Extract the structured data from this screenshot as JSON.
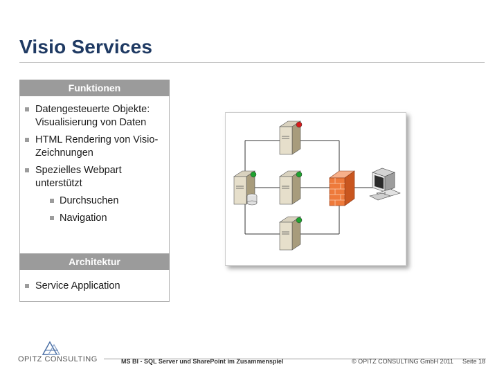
{
  "slide": {
    "title": "Visio Services"
  },
  "box_funktionen": {
    "header": "Funktionen",
    "items": [
      "Datengesteuerte Objekte: Visualisierung von Daten",
      "HTML Rendering von Visio-Zeichnungen",
      "Spezielles Webpart unterstützt"
    ],
    "subitems": [
      "Durchsuchen",
      "Navigation"
    ]
  },
  "box_architektur": {
    "header": "Architektur",
    "items": [
      "Service Application"
    ]
  },
  "diagram": {
    "icons": [
      "server-icon",
      "database-server-icon",
      "firewall-icon",
      "workstation-icon"
    ],
    "status_colors": {
      "alert": "#d81b1b",
      "ok": "#1fa32f"
    }
  },
  "footer": {
    "logo": "OPITZ CONSULTING",
    "caption": "MS BI - SQL Server und SharePoint im Zusammenspiel",
    "copyright": "© OPITZ CONSULTING GmbH 2011",
    "page": "Seite 18"
  },
  "colors": {
    "title": "#1f3a63",
    "box_header": "#9b9b9b"
  }
}
